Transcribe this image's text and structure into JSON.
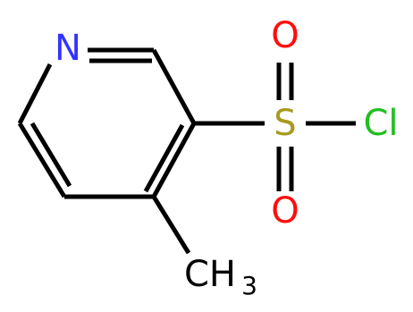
{
  "colors": {
    "bond": "#000000",
    "nitrogen": "#3333ff",
    "sulfur": "#a89a1f",
    "oxygen": "#ff0d0d",
    "chlorine": "#1fbf1f",
    "carbon_label": "#000000"
  },
  "atoms": {
    "nitrogen": "N",
    "sulfur": "S",
    "oxygen_top": "O",
    "oxygen_bottom": "O",
    "chlorine": "Cl",
    "methyl": "CH",
    "methyl_subscript": "3"
  }
}
